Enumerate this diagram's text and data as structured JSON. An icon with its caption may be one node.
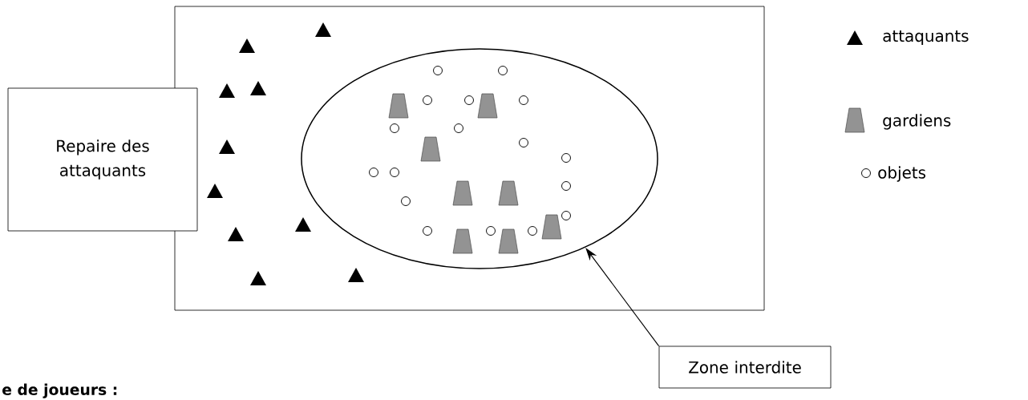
{
  "diagram": {
    "nodes": [
      {
        "text": [],
        "shape": "box"
      },
      {
        "text": [
          "Repaire des attaquants"
        ]
      },
      {
        "text": [],
        "shape": "circle",
        "in": 0
      },
      {
        "text": [
          "Zone interdite"
        ]
      }
    ],
    "edges": [
      {
        "from": 3,
        "to": 2,
        "arrow": "to"
      }
    ],
    "labels": [
      "e de joueurs :"
    ],
    "legend": [
      {
        "text": "attaquants"
      },
      {
        "text": "gardiens"
      },
      {
        "text": "objets"
      }
    ]
  }
}
